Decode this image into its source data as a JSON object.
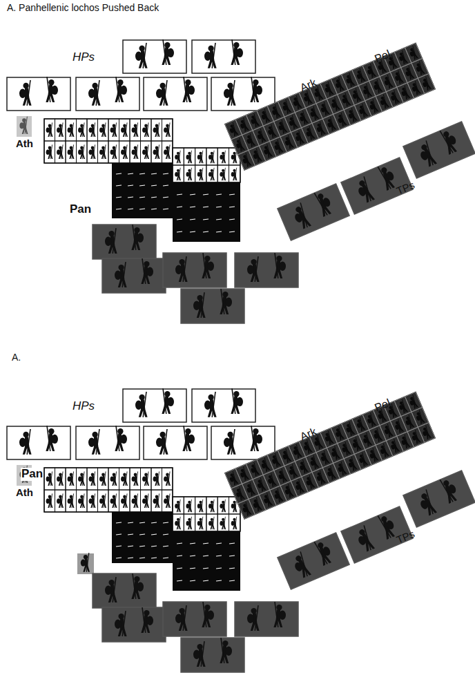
{
  "diagram": {
    "title": "A. Panhellenic lochos Pushed Back",
    "labels": [
      "HPs",
      "Ath",
      "Pan",
      "Ark",
      "Pel",
      "TPs",
      "A.",
      "HPs",
      "Ath",
      "Pan",
      "Ark",
      "Pel",
      "TPs"
    ]
  }
}
